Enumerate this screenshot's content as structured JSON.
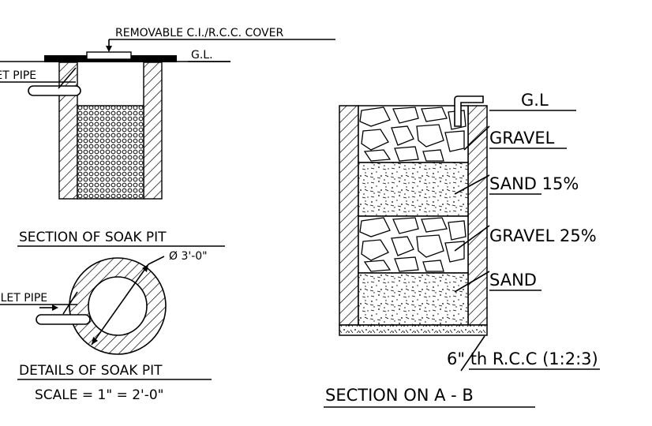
{
  "left_section": {
    "cover_label": "REMOVABLE C.I./R.C.C. COVER",
    "gl_label": "G.L.",
    "inlet_label": "INLET PIPE",
    "title": "SECTION OF SOAK PIT"
  },
  "plan_detail": {
    "diameter_label": "Ø 3'-0\"",
    "inlet_label": "INLET PIPE",
    "title": "DETAILS OF SOAK PIT",
    "scale": "SCALE = 1\" = 2'-0\""
  },
  "right_section": {
    "gl_label": "G.L",
    "layers": [
      {
        "name": "GRAVEL"
      },
      {
        "name": "SAND 15%"
      },
      {
        "name": "GRAVEL 25%"
      },
      {
        "name": "SAND"
      }
    ],
    "base_label": "6\" th R.C.C (1:2:3)",
    "title": "SECTION ON A - B"
  }
}
